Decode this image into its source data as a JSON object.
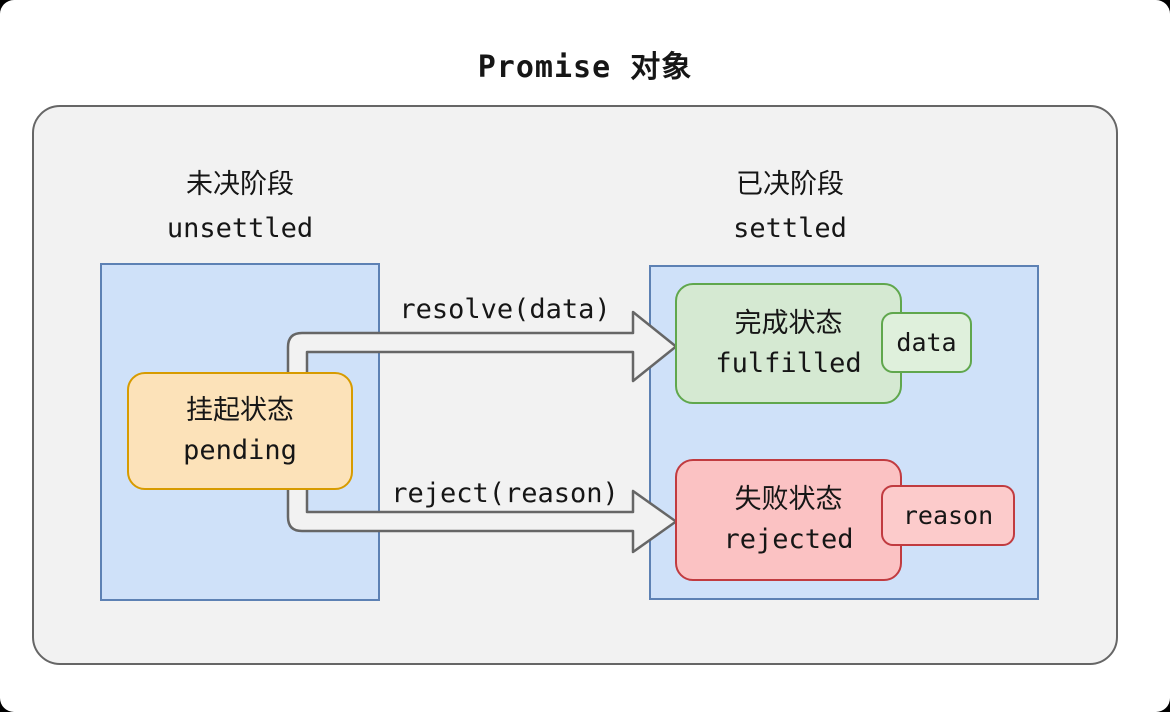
{
  "title": "Promise 对象",
  "phases": {
    "unsettled": {
      "label_zh": "未决阶段",
      "label_en": "unsettled"
    },
    "settled": {
      "label_zh": "已决阶段",
      "label_en": "settled"
    }
  },
  "states": {
    "pending": {
      "label_zh": "挂起状态",
      "label_en": "pending"
    },
    "fulfilled": {
      "label_zh": "完成状态",
      "label_en": "fulfilled",
      "payload": "data"
    },
    "rejected": {
      "label_zh": "失败状态",
      "label_en": "rejected",
      "payload": "reason"
    }
  },
  "transitions": {
    "resolve": {
      "label": "resolve(data)"
    },
    "reject": {
      "label": "reject(reason)"
    }
  },
  "colors": {
    "container_fill": "#F2F2F2",
    "container_border": "#666666",
    "phase_fill": "#CFE1F9",
    "phase_border": "#5D81B4",
    "pending_fill": "#FCE2B9",
    "pending_border": "#D79B00",
    "fulfilled_fill": "#D5E9D2",
    "fulfilled_border": "#60A74D",
    "rejected_fill": "#FBC2C3",
    "rejected_border": "#C13B40",
    "arrow_fill": "#F2F2F2",
    "arrow_stroke": "#666666"
  }
}
